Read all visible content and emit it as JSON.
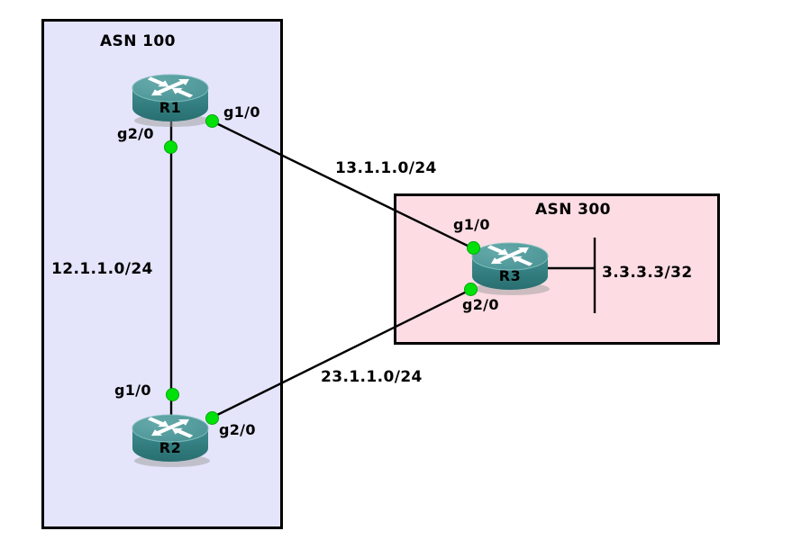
{
  "colors": {
    "asn100_fill": "#E4E4FB",
    "asn300_fill": "#FDDCE4",
    "box_border": "#000000",
    "link_line": "#000000",
    "interface_dot": "#00E109",
    "router_top": "#468F91",
    "router_side": "#2E7779"
  },
  "asn_groups": [
    {
      "label": "ASN 100"
    },
    {
      "label": "ASN 300"
    }
  ],
  "routers": [
    {
      "name": "R1",
      "interfaces": [
        "g1/0",
        "g2/0"
      ]
    },
    {
      "name": "R2",
      "interfaces": [
        "g1/0",
        "g2/0"
      ]
    },
    {
      "name": "R3",
      "interfaces": [
        "g1/0",
        "g2/0"
      ]
    }
  ],
  "links": [
    {
      "subnet": "12.1.1.0/24",
      "endpoints": [
        "R1 g2/0",
        "R2 g1/0"
      ]
    },
    {
      "subnet": "13.1.1.0/24",
      "endpoints": [
        "R1 g1/0",
        "R3 g1/0"
      ]
    },
    {
      "subnet": "23.1.1.0/24",
      "endpoints": [
        "R2 g2/0",
        "R3 g2/0"
      ]
    },
    {
      "subnet": "3.3.3.3/32",
      "endpoints": [
        "R3",
        "stub network"
      ]
    }
  ]
}
